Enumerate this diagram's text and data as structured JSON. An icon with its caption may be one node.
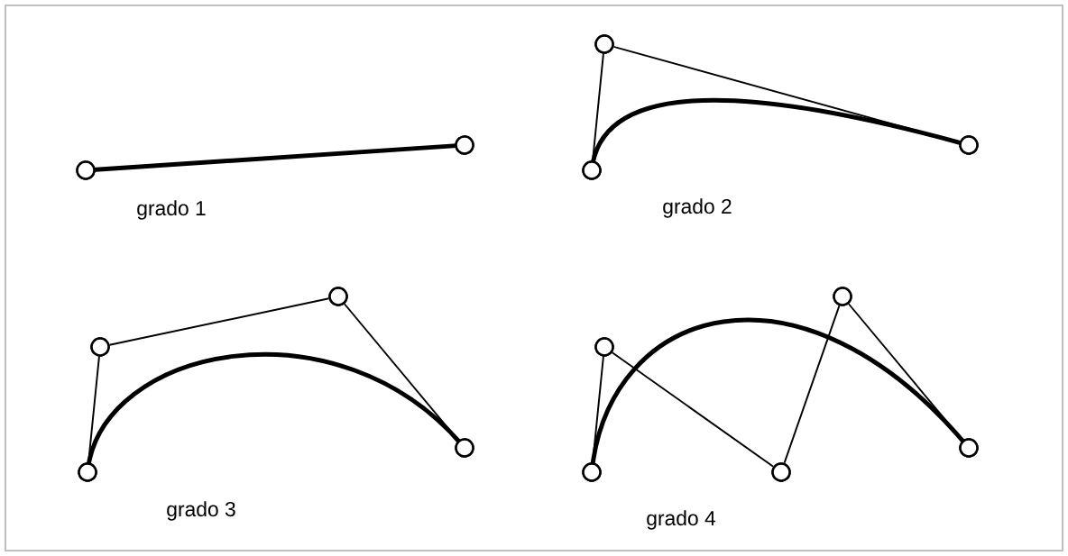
{
  "diagram": {
    "nodes": [
      {
        "text": [],
        "shape": "circle"
      },
      {
        "text": [],
        "shape": "circle"
      },
      {
        "text": [],
        "shape": "circle"
      },
      {
        "text": [],
        "shape": "circle"
      },
      {
        "text": [],
        "shape": "circle"
      },
      {
        "text": [],
        "shape": "circle"
      },
      {
        "text": [],
        "shape": "circle"
      },
      {
        "text": [],
        "shape": "circle"
      },
      {
        "text": [],
        "shape": "circle"
      },
      {
        "text": [],
        "shape": "circle"
      },
      {
        "text": [],
        "shape": "circle"
      },
      {
        "text": [],
        "shape": "circle"
      },
      {
        "text": [],
        "shape": "circle"
      },
      {
        "text": [],
        "shape": "circle"
      }
    ],
    "edges": [
      {
        "from": 0,
        "to": 1,
        "arrow": "none",
        "style": "thick"
      },
      {
        "from": 2,
        "to": 3,
        "arrow": "none"
      },
      {
        "from": 3,
        "to": 4,
        "arrow": "none"
      },
      {
        "from": 2,
        "to": 4,
        "arrow": "none",
        "style": "thick"
      },
      {
        "from": 5,
        "to": 6,
        "arrow": "none"
      },
      {
        "from": 6,
        "to": 7,
        "arrow": "none"
      },
      {
        "from": 7,
        "to": 8,
        "arrow": "none"
      },
      {
        "from": 5,
        "to": 8,
        "arrow": "none",
        "style": "thick"
      },
      {
        "from": 9,
        "to": 10,
        "arrow": "none"
      },
      {
        "from": 10,
        "to": 11,
        "arrow": "none"
      },
      {
        "from": 11,
        "to": 12,
        "arrow": "none"
      },
      {
        "from": 12,
        "to": 13,
        "arrow": "none"
      },
      {
        "from": 9,
        "to": 13,
        "arrow": "none",
        "style": "thick"
      }
    ],
    "labels": [
      "grado 1",
      "grado 2",
      "grado 3",
      "grado 4"
    ]
  }
}
